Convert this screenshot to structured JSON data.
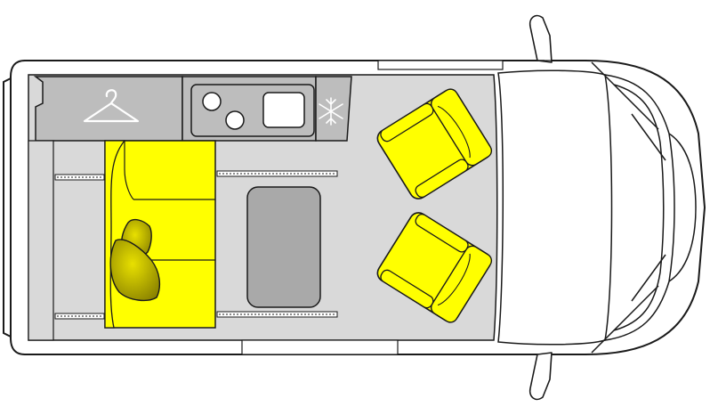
{
  "diagram": {
    "type": "camper-van-floor-plan",
    "colors": {
      "floor": "#d9d9d9",
      "cabinet": "#bdbdbd",
      "table": "#a9a9a9",
      "seat": "#ffff00",
      "pillow_light": "#e8e000",
      "pillow_dark": "#8a8200",
      "outline": "#1a1a1a",
      "body": "#ffffff",
      "fittings": "#ffffff"
    },
    "icons": [
      "hanger-icon",
      "snowflake-icon",
      "stove-burner-icon",
      "sink-icon"
    ],
    "components": [
      "wardrobe",
      "kitchen-unit",
      "fridge",
      "rear-bench-bed",
      "cushions",
      "floor-rails",
      "removable-table",
      "driver-seat",
      "passenger-seat",
      "driver-cab",
      "side-mirrors",
      "sliding-door"
    ]
  }
}
